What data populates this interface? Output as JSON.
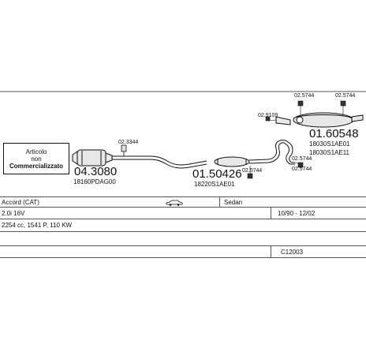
{
  "notice": {
    "lines": [
      "Articolo",
      "non",
      "Commercializzato"
    ]
  },
  "parts": [
    {
      "ref": "04.3080",
      "code": "18160PDAG00"
    },
    {
      "ref": "01.50426",
      "code": "18220S1AE01"
    },
    {
      "ref": "01.60548",
      "code": "18030S1AE01",
      "code2": "18030S1AE11"
    }
  ],
  "small_refs": [
    "02.3344",
    "02.5744",
    "02.5744",
    "02.5744",
    "02.9109",
    "02.5744",
    "02.5744"
  ],
  "vehicle": {
    "model": "Accord (CAT)",
    "engine": "2.0i 16V",
    "body": "Sedan",
    "specs": "2254 cc, 1541 P, 110 KW",
    "dates": "10/90 - 12/02",
    "id": "C12003"
  },
  "colors": {
    "line": "#111111",
    "table_line": "#555555"
  }
}
